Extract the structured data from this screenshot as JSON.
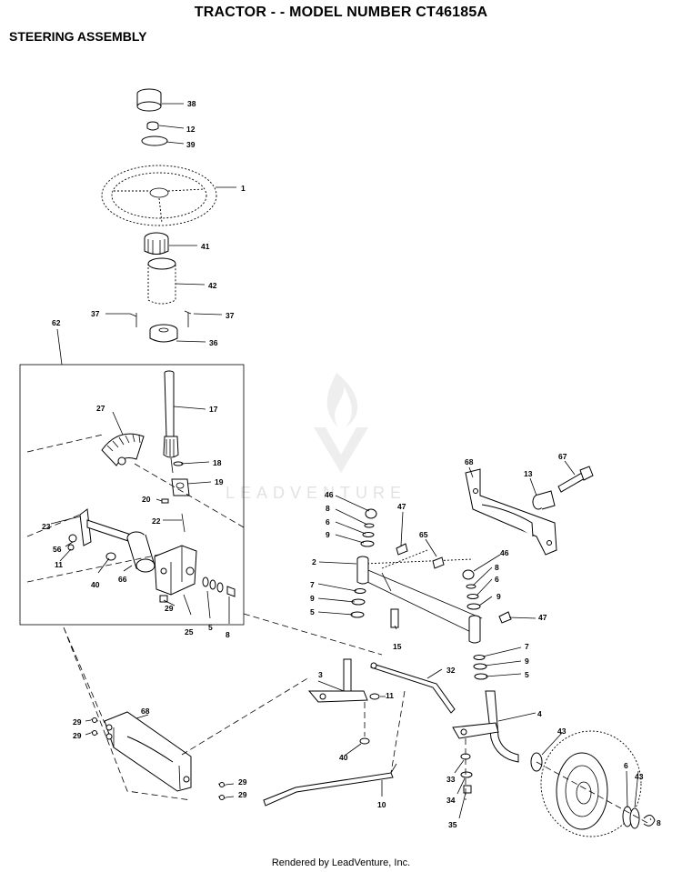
{
  "header": {
    "title": "TRACTOR - - MODEL NUMBER CT46185A",
    "subtitle": "STEERING ASSEMBLY"
  },
  "watermark": {
    "text": "LEADVENTURE",
    "icon": "flame-v-logo-icon"
  },
  "footer": {
    "text": "Rendered by LeadVenture, Inc."
  },
  "callouts": [
    "38",
    "12",
    "39",
    "1",
    "41",
    "42",
    "37",
    "37",
    "36",
    "62",
    "17",
    "27",
    "18",
    "19",
    "20",
    "22",
    "23",
    "56",
    "11",
    "40",
    "66",
    "29",
    "25",
    "5",
    "8",
    "68",
    "13",
    "67",
    "46",
    "8",
    "6",
    "9",
    "2",
    "7",
    "9",
    "5",
    "47",
    "65",
    "46",
    "8",
    "6",
    "9",
    "47",
    "15",
    "7",
    "9",
    "5",
    "3",
    "32",
    "11",
    "4",
    "43",
    "68",
    "29",
    "29",
    "40",
    "29",
    "29",
    "10",
    "33",
    "34",
    "35",
    "6",
    "43",
    "8"
  ]
}
